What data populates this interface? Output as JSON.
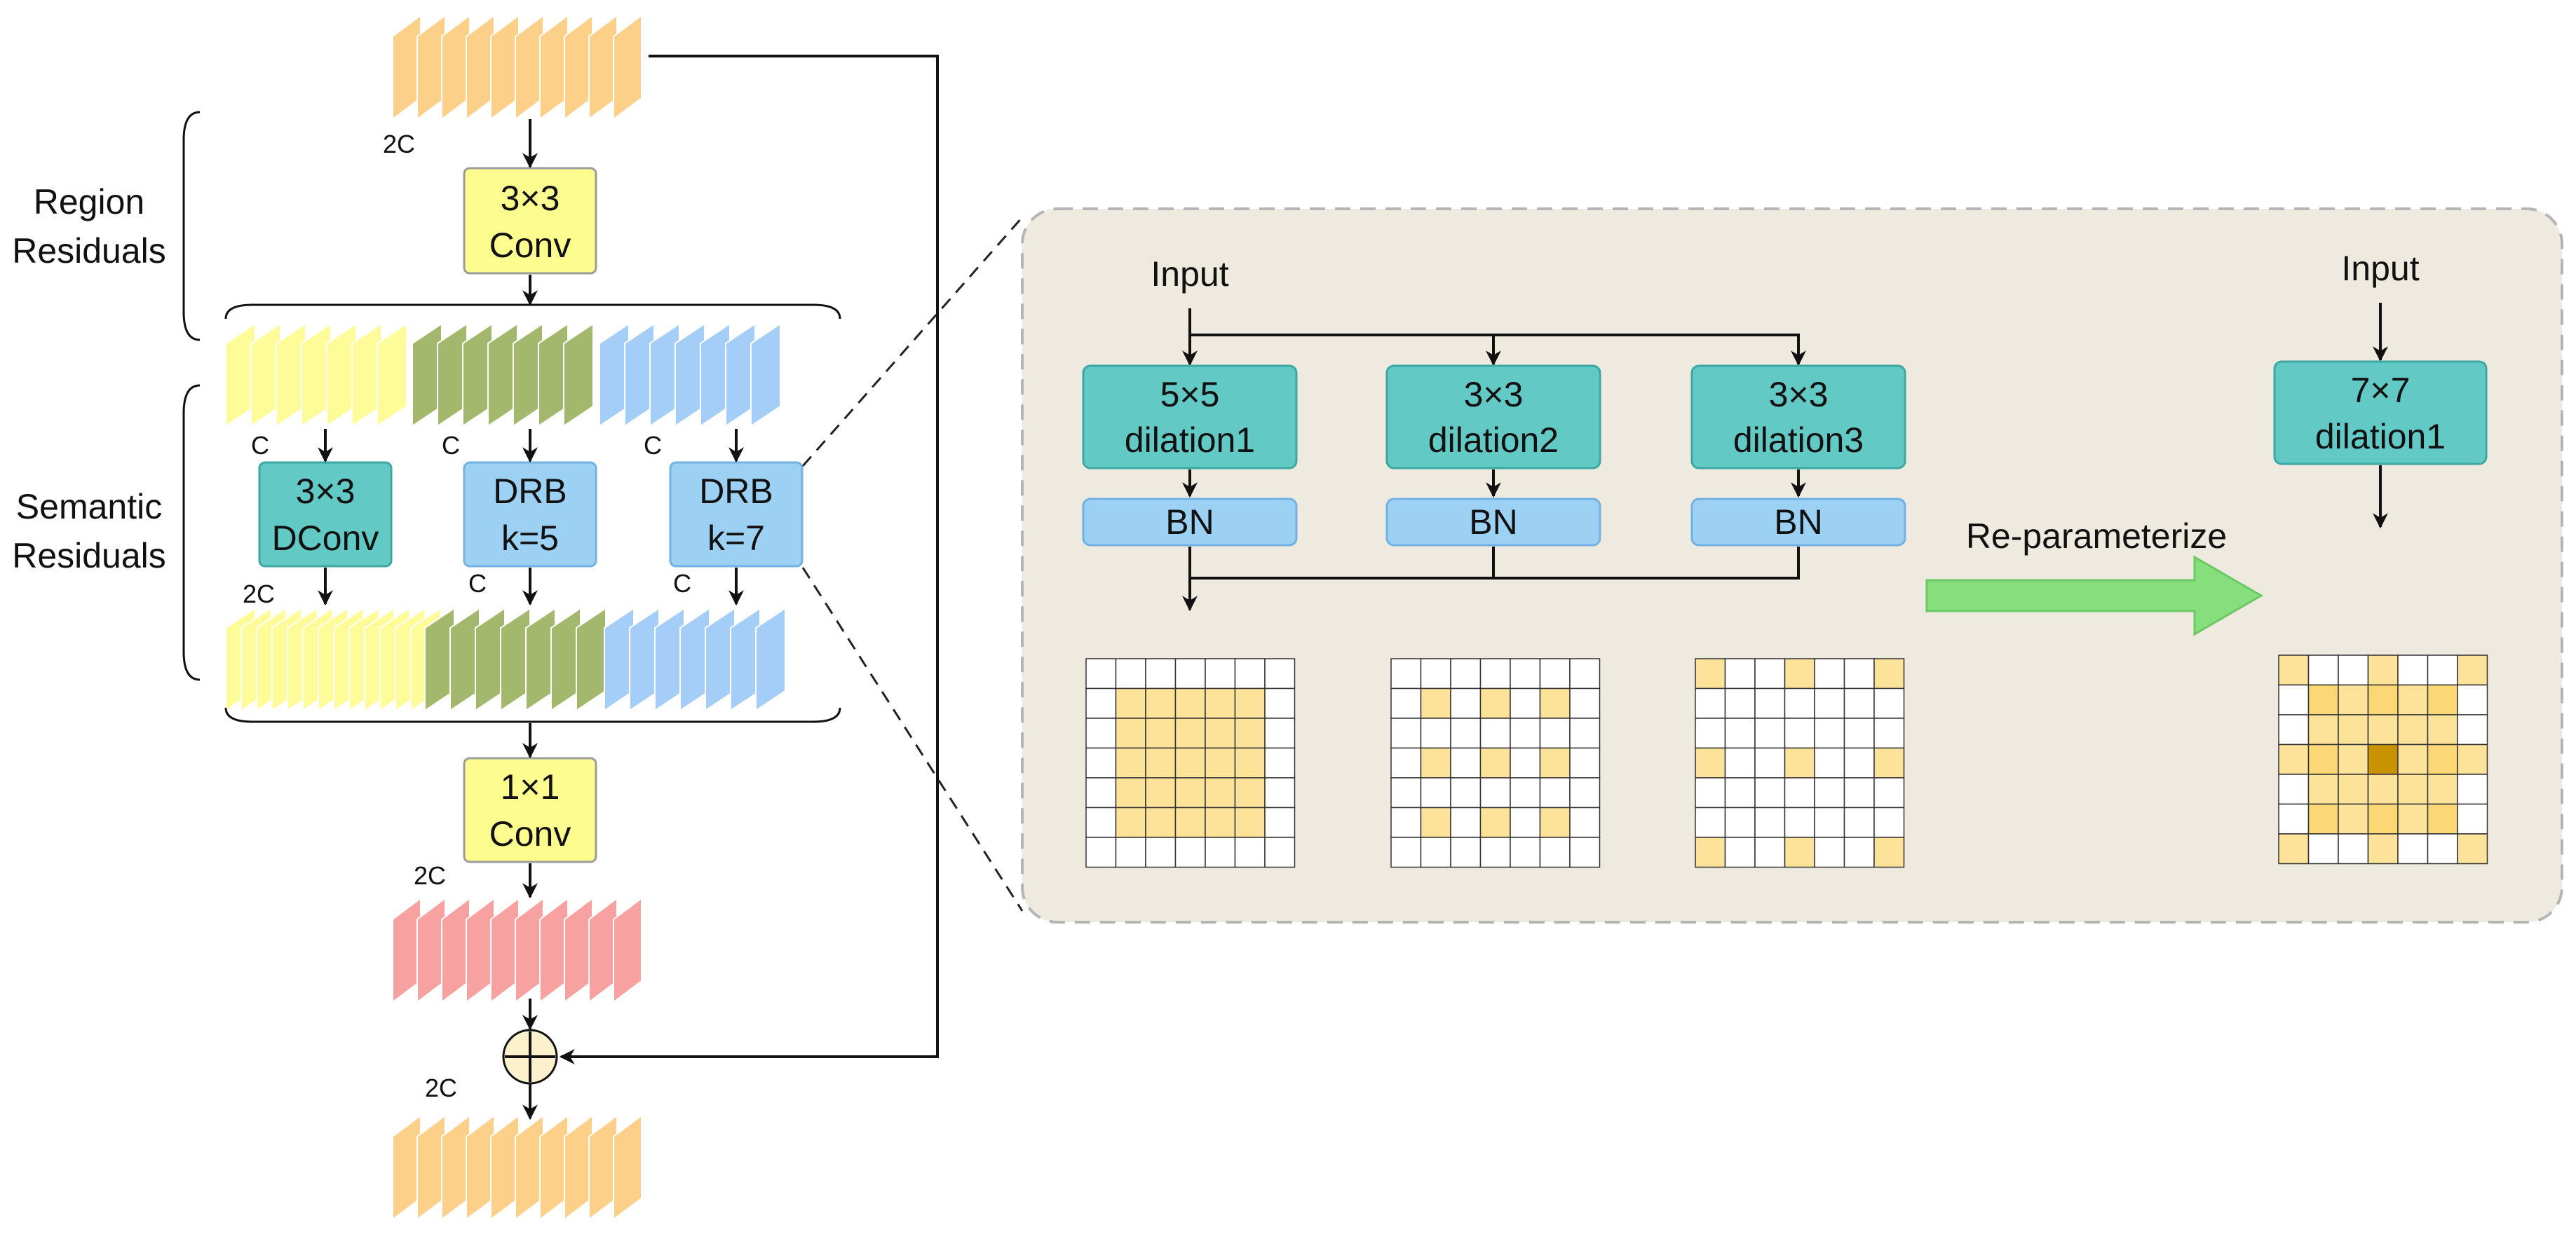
{
  "left": {
    "label_region_line1": "Region",
    "label_region_line2": "Residuals",
    "label_semantic_line1": "Semantic",
    "label_semantic_line2": "Residuals",
    "conv3_line1": "3×3",
    "conv3_line2": "Conv",
    "dconv_line1": "3×3",
    "dconv_line2": "DConv",
    "drb5_line1": "DRB",
    "drb5_line2": "k=5",
    "drb7_line1": "DRB",
    "drb7_line2": "k=7",
    "conv1_line1": "1×1",
    "conv1_line2": "Conv",
    "ch_2c": "2C",
    "ch_c": "C"
  },
  "right": {
    "input_label": "Input",
    "branch1_line1": "5×5",
    "branch1_line2": "dilation1",
    "branch2_line1": "3×3",
    "branch2_line2": "dilation2",
    "branch3_line1": "3×3",
    "branch3_line2": "dilation3",
    "bn_label": "BN",
    "reparam_label": "Re-parameterize",
    "merged_line1": "7×7",
    "merged_line2": "dilation1",
    "merged_input_label": "Input"
  },
  "colors": {
    "feature_orange": "#fdd08a",
    "feature_yellow": "#fdfc99",
    "feature_green": "#a3b86c",
    "feature_blue": "#a4cef8",
    "feature_pink": "#f7a1a1",
    "box_teal": "#62c9c5",
    "box_blue": "#9dd1f3",
    "box_yellow": "#fdfd8f",
    "panel_bg": "#eeeadf",
    "cell_light": "#fde29a",
    "cell_mid": "#fbd776",
    "cell_dark": "#c89200",
    "arrow_green": "#86df7c"
  }
}
